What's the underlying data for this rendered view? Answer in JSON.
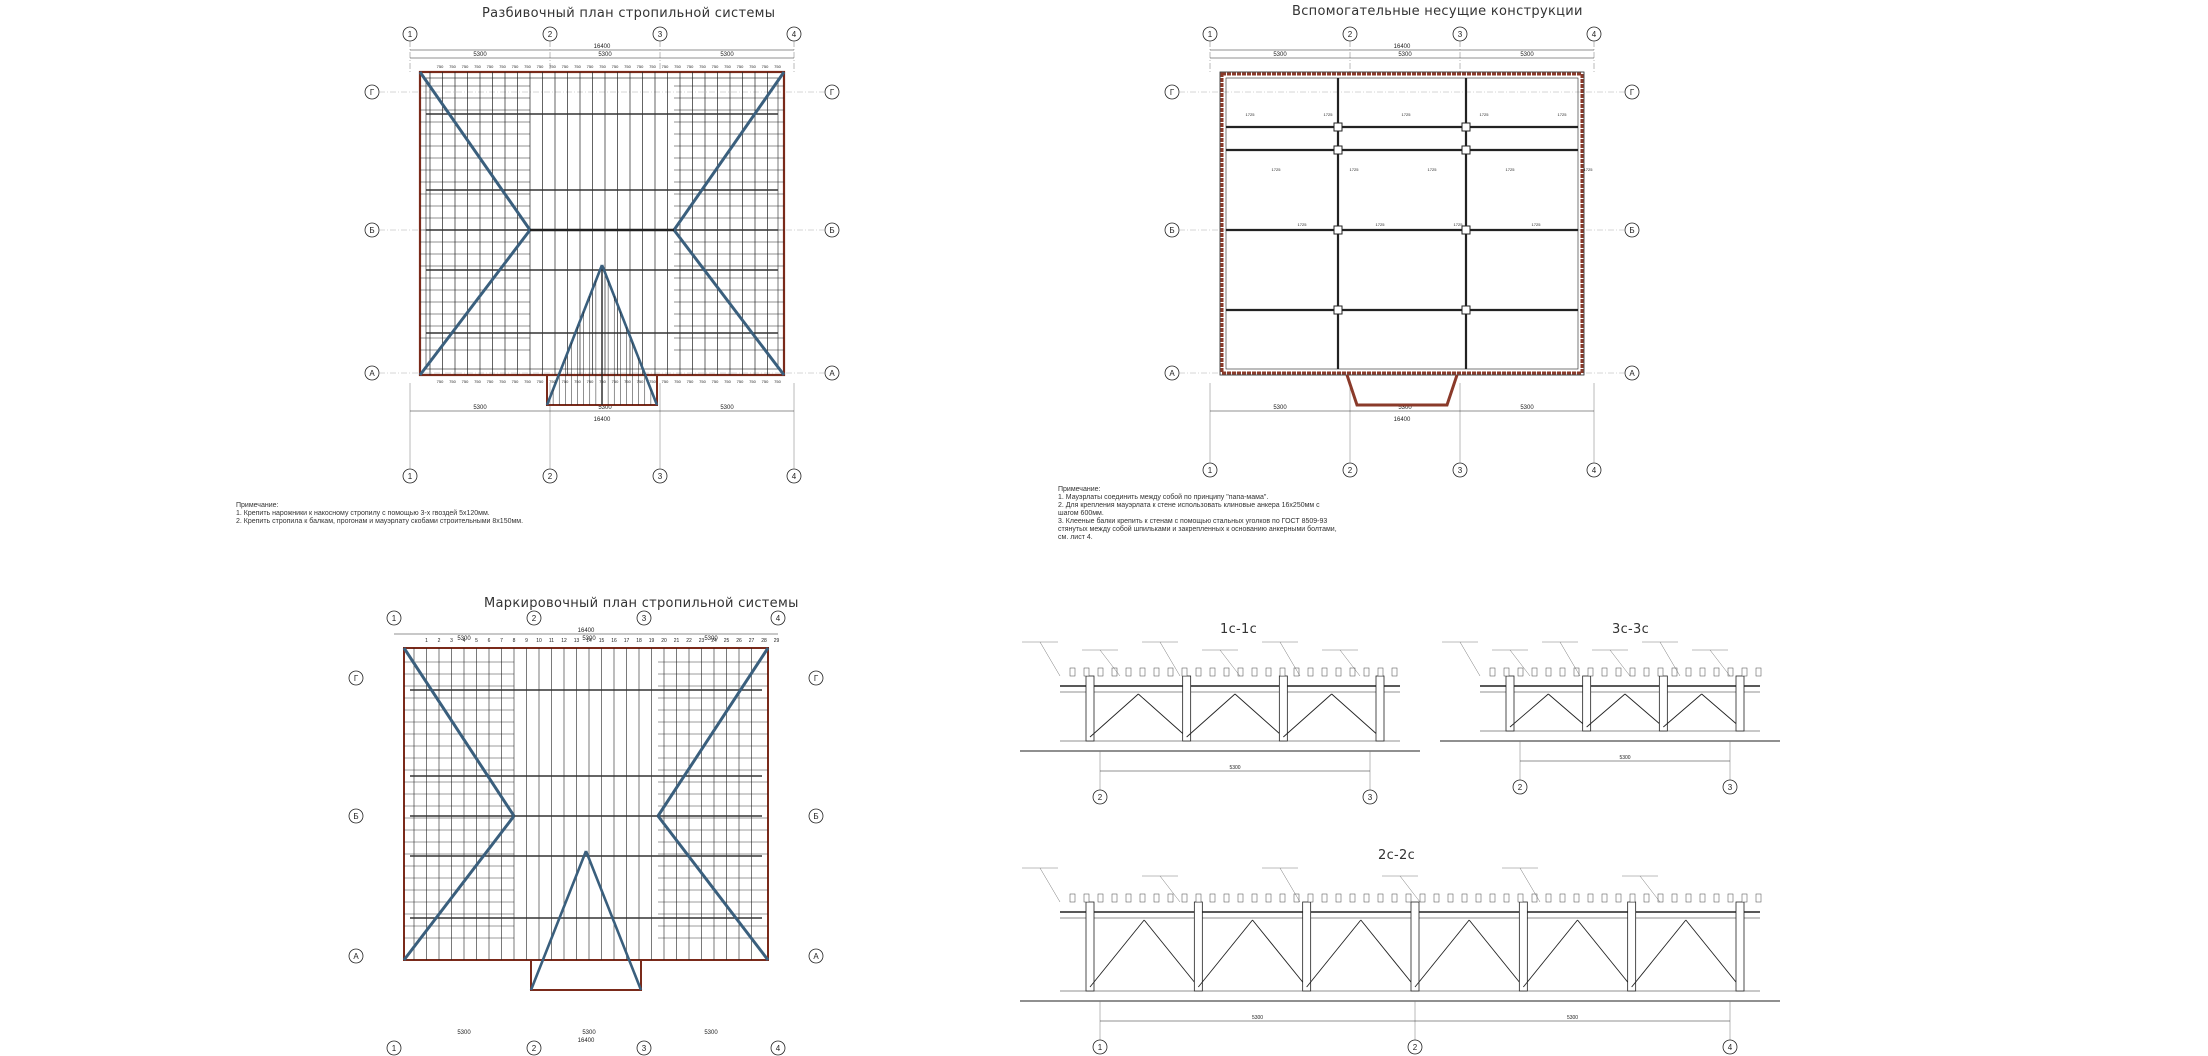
{
  "plans": {
    "layout_plan": {
      "title": "Разбивочный план стропильной системы",
      "axes_x": [
        "1",
        "2",
        "3",
        "4"
      ],
      "axes_y": [
        "Г",
        "Б",
        "А"
      ],
      "overall_dim": "16400",
      "span_dims": [
        "5300",
        "5300",
        "5300"
      ],
      "note": "Примечание:\n1. Крепить нарожники к накосному стропилу с помощью 3-х гвоздей  5х120мм.\n2. Крепить стропила к балкам, прогонам и мауэрлату скобами строительными 8х150мм."
    },
    "support_plan": {
      "title": "Вспомогательные несущие конструкции",
      "axes_x": [
        "1",
        "2",
        "3",
        "4"
      ],
      "axes_y": [
        "Г",
        "Б",
        "А"
      ],
      "overall_dim": "16400",
      "span_dims": [
        "5300",
        "5300",
        "5300"
      ],
      "note": "Примечание:\n1. Мауэрлаты соединить между собой по принципу \"папа-мама\".\n2. Для крепления мауэрлата к стене использовать клиновые анкера 16х250мм с шагом 600мм.\n3. Клееные балки крепить к стенам с помощью стальных уголков по ГОСТ 8509-93 стянутых между собой шпильками и закрепленных к основанию анкерными болтами, см. лист 4."
    },
    "marking_plan": {
      "title": "Маркировочный план стропильной системы",
      "axes_x": [
        "1",
        "2",
        "3",
        "4"
      ],
      "axes_y": [
        "Г",
        "Б",
        "А"
      ],
      "overall_dim": "16400",
      "span_dims": [
        "5300",
        "5300",
        "5300"
      ]
    }
  },
  "sections": {
    "s1": {
      "title": "1с-1с",
      "axes": [
        "2",
        "3"
      ],
      "dim": "5300"
    },
    "s3": {
      "title": "3с-3с",
      "axes": [
        "2",
        "3"
      ],
      "dim": "5300"
    },
    "s2": {
      "title": "2с-2с",
      "axes": [
        "1",
        "2",
        "4"
      ],
      "dims": [
        "5300",
        "5300"
      ]
    }
  }
}
